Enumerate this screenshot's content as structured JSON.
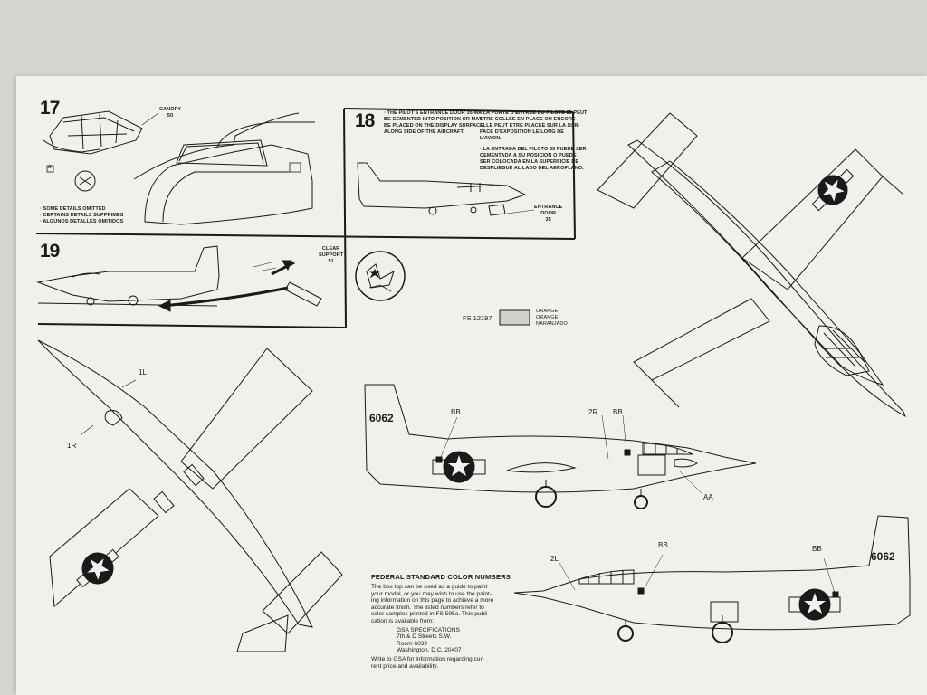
{
  "steps": [
    {
      "number": "17",
      "callout": {
        "code": "CANOPY",
        "part": "50"
      },
      "note": [
        "· SOME DETAILS OMITTED",
        "· CERTAINS DETAILS SUPPRIMES",
        "· ALGUNOS DETALLES OMITIDOS"
      ],
      "marker": "A"
    },
    {
      "number": "18",
      "text_en": [
        "· THE PILOT'S ENTRANCE DOOR 35 MAY",
        "BE CEMENTED INTO POSITION OR MAY",
        "BE PLACED ON THE DISPLAY SURFACE",
        "ALONG SIDE OF THE AIRCRAFT."
      ],
      "text_fr": [
        "· LA PORTE D'ENTREE DU PILOTE 35 PEUT",
        "ETRE COLLEE EN PLACE OU ENCORE",
        "ELLE PEUT ETRE PLACEE SUR LA SUR-",
        "FACE D'EXPOSITION LE LONG DE",
        "L'AVION."
      ],
      "text_es": [
        "· LA ENTRADA DEL PILOTO 35 PUEDE SER",
        "CEMENTADA A SU POSICION O PUEDE",
        "SER COLOCADA EN LA SUPERFICIE DE",
        "DESPLIEGUE AL LADO DEL AEROPLANO."
      ],
      "callout": {
        "code": "ENTRANCE",
        "code2": "DOOR",
        "part": "35"
      }
    },
    {
      "number": "19",
      "callout": {
        "code": "CLEAR",
        "code2": "SUPPORT",
        "part": "51"
      }
    }
  ],
  "color_key": {
    "code": "FS 12197",
    "swatch_color": "#c9c8c4",
    "names": [
      "ORANGE",
      "ORANGE",
      "NARANJADO"
    ]
  },
  "markings": {
    "tail_number": "6062",
    "labels": {
      "decal_1L": "1L",
      "decal_1R": "1R",
      "decal_2R": "2R",
      "decal_2L": "2L",
      "decal_BB": "BB",
      "decal_AA": "AA"
    },
    "insignia_color": "#1a1a1a"
  },
  "color_info": {
    "title": "FEDERAL STANDARD COLOR NUMBERS",
    "body": [
      "The box top can be used as a guide to paint",
      "your model, or you may wish to use the paint-",
      "ing information on this page to achieve a more",
      "accurate finish. The listed numbers refer to",
      "color samples printed in FS 595a. This publi-",
      "cation is available from:"
    ],
    "address": [
      "GSA SPECIFICATIONS",
      "7th & D Streets S.W.",
      "Room 6039",
      "Washington, D.C. 20407"
    ],
    "footer": [
      "Write to GSA for information regarding cur-",
      "rent price and availability."
    ]
  }
}
